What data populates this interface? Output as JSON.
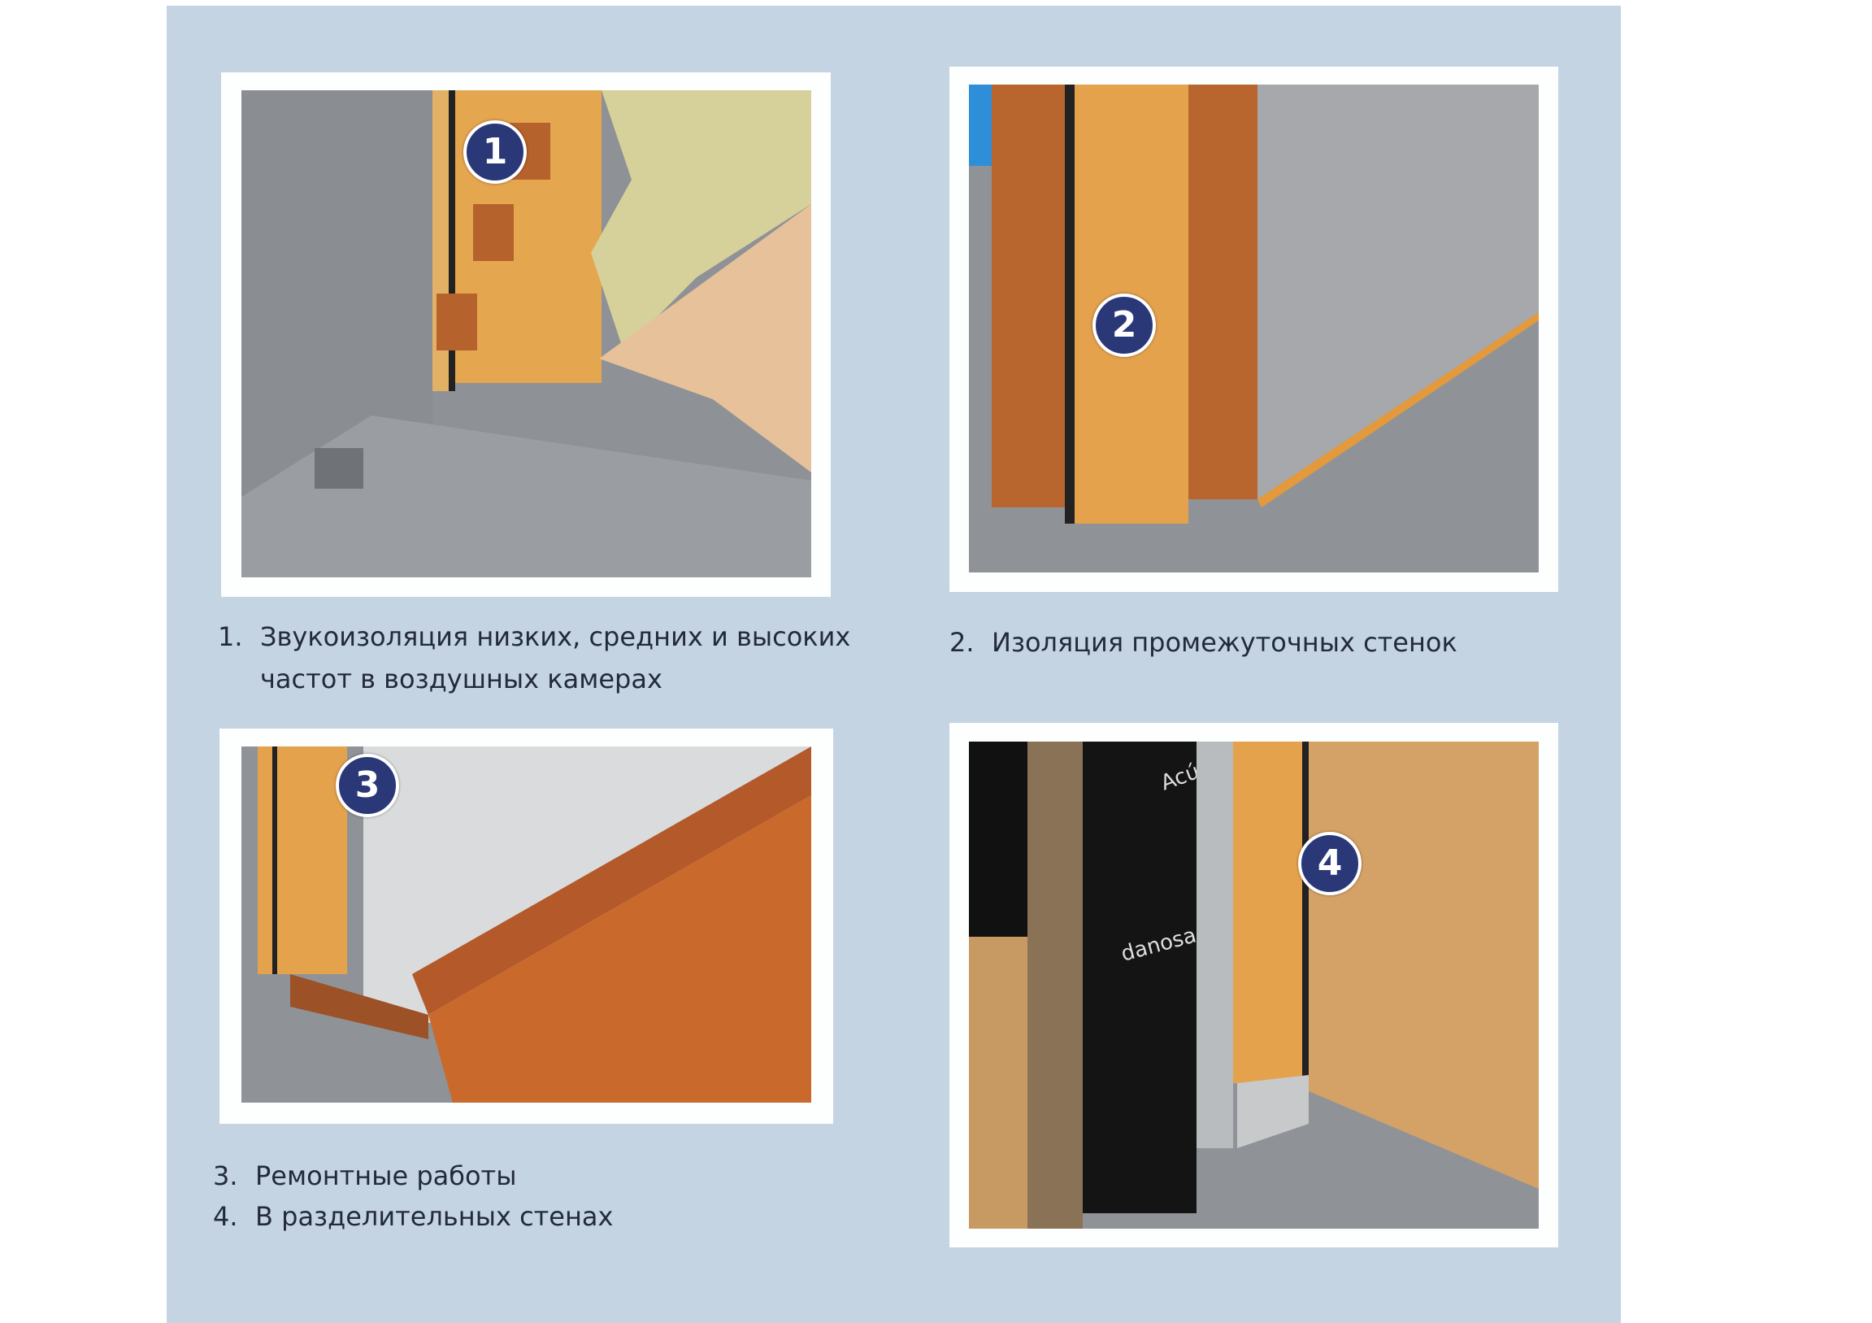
{
  "items": [
    {
      "number": "1",
      "num_label": "1.",
      "text_line1": "Звукоизоляция низких, средних и высоких",
      "text_line2": "частот в воздушных камерах"
    },
    {
      "number": "2",
      "num_label": "2.",
      "text": "Изоляция промежуточных стенок"
    },
    {
      "number": "3",
      "num_label": "3.",
      "text": "Ремонтные работы"
    },
    {
      "number": "4",
      "num_label": "4.",
      "text": "В разделительных стенах",
      "membrane_text": [
        "Acústica",
        "danosa"
      ]
    }
  ],
  "colors": {
    "background": "#c4d4e3",
    "badge": "#2a3878",
    "insulation": "#e2a04a",
    "brick": "#b8652e",
    "concrete": "#8f9398"
  }
}
